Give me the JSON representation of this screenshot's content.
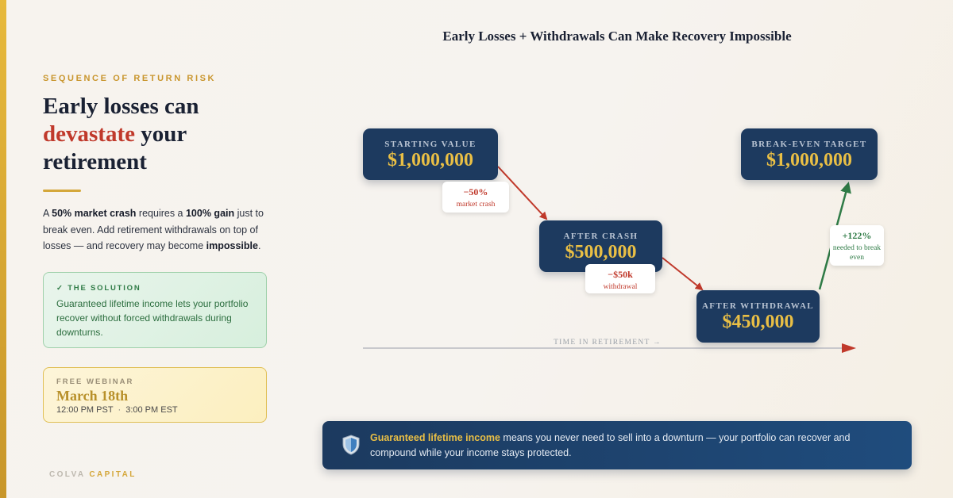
{
  "brand": {
    "word1": "COLVA",
    "word2": "CAPITAL",
    "accent_color": "#d4a73a"
  },
  "left": {
    "eyebrow": "SEQUENCE OF RETURN RISK",
    "headline": {
      "line1": "Early losses can",
      "highlight": "devastate",
      "line2_rest": " your",
      "line3": "retirement"
    },
    "intro": {
      "p1": "A ",
      "b1": "50% market crash",
      "p2": " requires a ",
      "b2": "100% gain",
      "p3": " just to break even. Add retirement withdrawals on top of losses — and recovery may become ",
      "b3": "impossible",
      "p4": "."
    },
    "solution": {
      "label": "✓ THE SOLUTION",
      "text": "Guaranteed lifetime income lets your portfolio recover without forced withdrawals during downturns."
    },
    "webinar": {
      "label": "FREE WEBINAR",
      "date": "March 18th",
      "time1": "12:00 PM PST",
      "separator": "·",
      "time2": "3:00 PM EST"
    }
  },
  "diagram": {
    "title": "Early Losses + Withdrawals Can Make Recovery Impossible",
    "nodes": [
      {
        "label": "STARTING VALUE",
        "value": "$1,000,000"
      },
      {
        "label": "AFTER CRASH",
        "value": "$500,000"
      },
      {
        "label": "AFTER WITHDRAWAL",
        "value": "$450,000"
      },
      {
        "label": "BREAK-EVEN TARGET",
        "value": "$1,000,000"
      }
    ],
    "edges": [
      {
        "main": "−50%",
        "sub": "market crash",
        "color": "#c0392b"
      },
      {
        "main": "−$50k",
        "sub": "withdrawal",
        "color": "#c0392b"
      },
      {
        "main": "+122%",
        "sub": "needed to break even",
        "color": "#2f7b46"
      }
    ],
    "axis_label": "TIME IN RETIREMENT →"
  },
  "banner": {
    "icon": "shield-icon",
    "strong": "Guaranteed lifetime income",
    "text": " means you never need to sell into a downturn — your portfolio can recover and compound while your income stays protected."
  },
  "colors": {
    "navy": "#1d3a5f",
    "gold": "#e9bf45",
    "red": "#c0392b",
    "green": "#2f7b46"
  }
}
